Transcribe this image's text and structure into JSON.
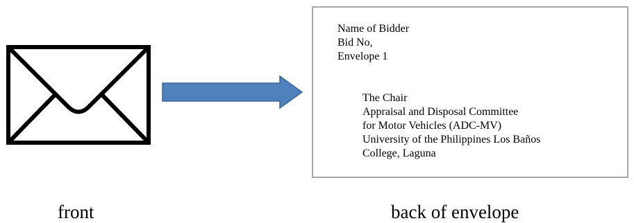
{
  "envelope_back": {
    "sender_lines": [
      "Name of Bidder",
      "Bid No,",
      "Envelope 1"
    ],
    "recipient_lines": [
      "The Chair",
      "Appraisal and Disposal Committee",
      "for Motor Vehicles (ADC-MV)",
      "University of the Philippines Los Baños",
      "College, Laguna"
    ]
  },
  "captions": {
    "front": "front",
    "back": "back of envelope"
  },
  "colors": {
    "arrow_fill": "#4f81bd",
    "arrow_stroke": "#3a6699",
    "card_border": "#a6a6a6",
    "envelope_stroke": "#000000"
  },
  "icons": {
    "envelope": "envelope-icon",
    "arrow": "right-arrow"
  }
}
